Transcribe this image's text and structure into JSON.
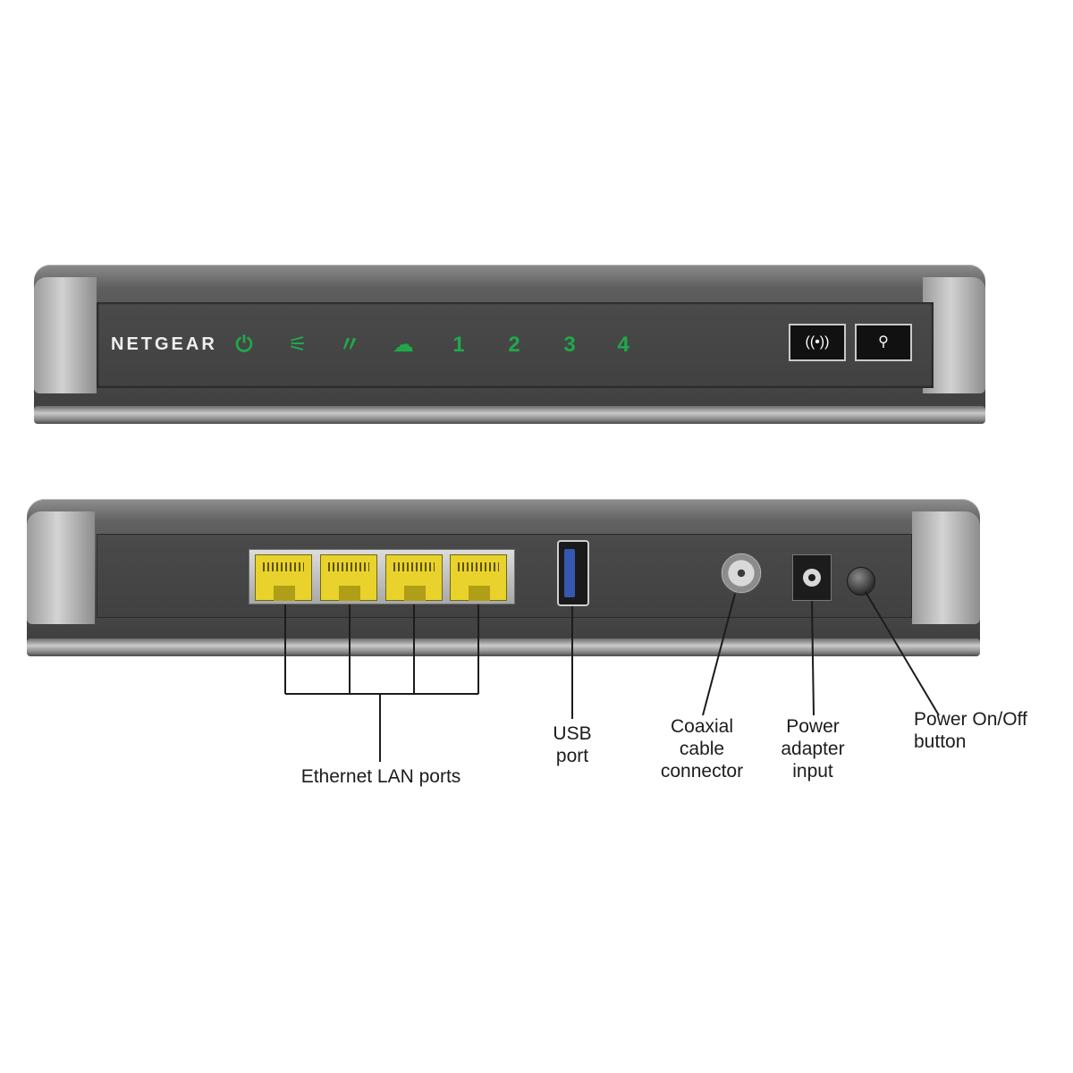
{
  "front_panel": {
    "brand": "NETGEAR",
    "leds": [
      {
        "name": "power",
        "glyph": "⏻"
      },
      {
        "name": "cable",
        "glyph": "⚟"
      },
      {
        "name": "internet",
        "glyph": "〃"
      },
      {
        "name": "wireless",
        "glyph": "☁"
      },
      {
        "name": "lan-1",
        "glyph": "1"
      },
      {
        "name": "lan-2",
        "glyph": "2"
      },
      {
        "name": "lan-3",
        "glyph": "3"
      },
      {
        "name": "lan-4",
        "glyph": "4"
      }
    ],
    "led_color": "#1fa94a",
    "buttons": [
      {
        "name": "wifi-button",
        "glyph": "((•))"
      },
      {
        "name": "wps-button",
        "glyph": "⚲"
      }
    ]
  },
  "back_panel": {
    "port_colors": {
      "lan": "#e9d22b",
      "usb": "#3557b0"
    }
  },
  "labels": {
    "ethernet": "Ethernet LAN ports",
    "usb": [
      "USB",
      "port"
    ],
    "coax": [
      "Coaxial",
      "cable",
      "connector"
    ],
    "power_input": [
      "Power",
      "adapter",
      "input"
    ],
    "power_button": [
      "Power On/Off",
      "button"
    ]
  }
}
